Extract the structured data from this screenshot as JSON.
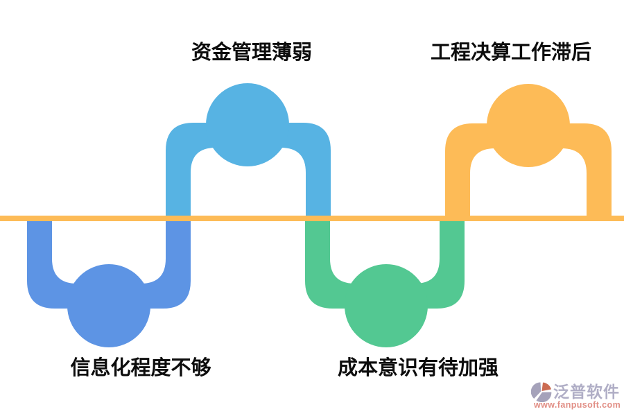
{
  "colors": {
    "background": "#ffffff",
    "baseline": "#fdbb57",
    "sky": "#57b3e3",
    "cornflower": "#5d94e4",
    "green": "#53c892",
    "orange": "#fdbb57",
    "label-text": "#0d0d0d",
    "logo-text": "#b0aec6",
    "logo-icon-gray": "#a5a2ba",
    "logo-accent": "#cb6b52",
    "logo-url-text": "#e18e85"
  },
  "diagram": {
    "nodes": [
      {
        "label": "信息化程度不够",
        "side": "below-line",
        "color": "cornflower"
      },
      {
        "label": "资金管理薄弱",
        "side": "above-line",
        "color": "sky"
      },
      {
        "label": "成本意识有待加强",
        "side": "below-line",
        "color": "green"
      },
      {
        "label": "工程决算工作滞后",
        "side": "above-line",
        "color": "orange"
      }
    ]
  },
  "watermark": {
    "brand": "泛普软件",
    "url": "www.fanpusoft.com"
  }
}
